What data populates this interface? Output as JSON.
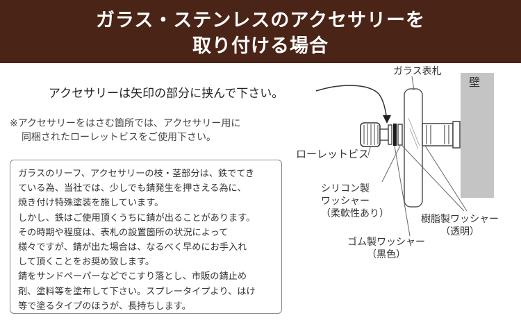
{
  "banner": {
    "line1": "ガラス・ステンレスのアクセサリーを",
    "line2": "取り付ける場合",
    "bg_color": "#4a2417"
  },
  "instruction": "アクセサリーは矢印の部分に挟んで下さい。",
  "note": {
    "line1": "※アクセサリーをはさむ箇所では、アクセサリー用に",
    "line2": "同梱されたローレットビスをご使用下さい。"
  },
  "warning_box": {
    "lines": [
      "ガラスのリーフ、アクセサリーの枝・茎部分は、鉄でてき",
      "ている為、当社では、少しでも錆発生を押さえる為に、",
      "焼き付け特殊塗装を施しています。",
      "しかし、鉄はご使用頂くうちに錆が出ることがあります。",
      "その時期や程度は、表札の設置箇所の状況によって",
      "様々ですが、錆が出た場合は、なるべく早めにお手入れ",
      "して頂くことをお奨め致します。",
      "錆をサンドペーパーなどでこすり落とし、市販の錆止め",
      "剤、塗料等を塗布して下さい。スプレータイプより、はけ",
      "等で塗るタイプのほうが、長持ちします。"
    ]
  },
  "diagram": {
    "glass_plate": "ガラス表札",
    "wall": "壁",
    "knurled_screw": "ローレットビス",
    "silicone_washer": [
      "シリコン製",
      "ワッシャー",
      "（柔軟性あり）"
    ],
    "rubber_washer": [
      "ゴム製ワッシャー",
      "（黒色）"
    ],
    "resin_washer": [
      "樹脂製ワッシャー",
      "（透明）"
    ]
  }
}
